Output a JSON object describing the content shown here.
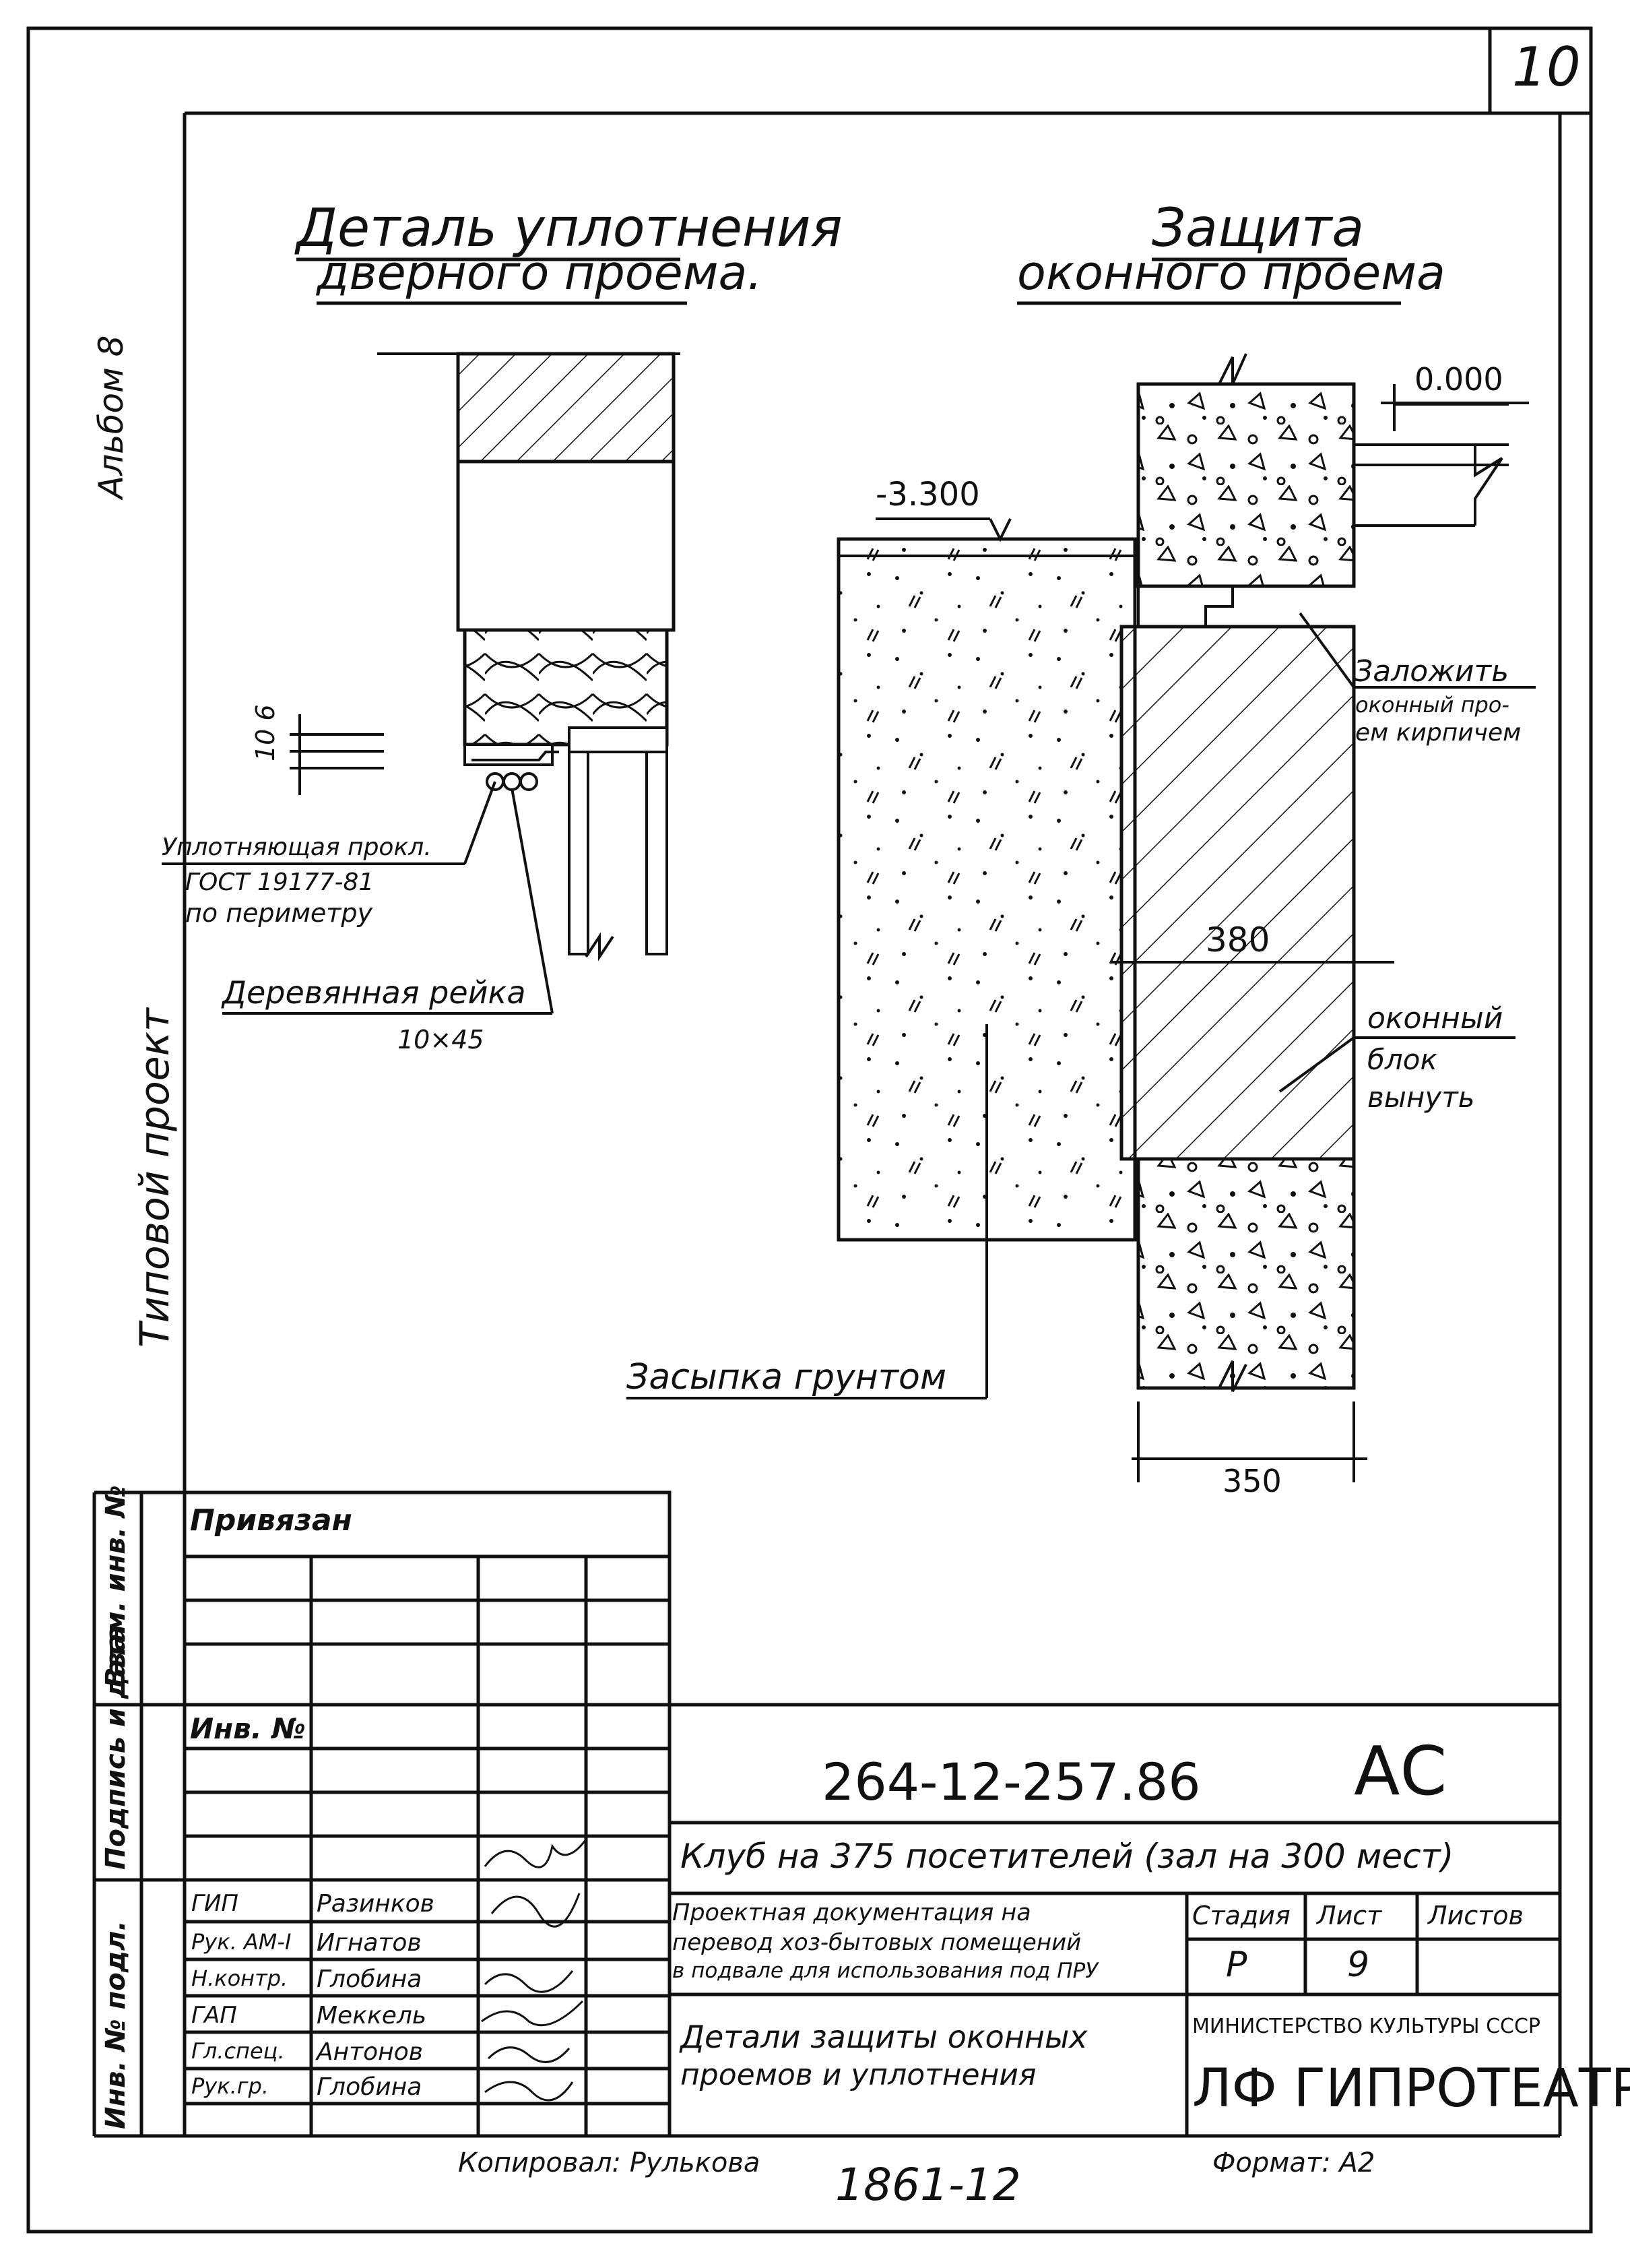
{
  "sheet": {
    "page_number": "10",
    "album_label": "Альбом 8",
    "project_label": "Типовой проект"
  },
  "detail_door": {
    "title_line1": "Деталь уплотнения",
    "title_line2": "дверного проема.",
    "dim_vertical": "10 6",
    "seal_label": "Уплотняющая прокл.",
    "seal_gost": "ГОСТ 19177-81",
    "seal_perimeter": "по периметру",
    "rail_label": "Деревянная рейка",
    "rail_size": "10×45"
  },
  "detail_window": {
    "title_line1": "Защита",
    "title_line2": "оконного проема",
    "mark_top": "0.000",
    "mark_left": "-3.300",
    "note_brick_1": "Заложить",
    "note_brick_2": "оконный про-",
    "note_brick_3": "ем кирпичем",
    "dim_380": "380",
    "note_block_1": "оконный",
    "note_block_2": "блок",
    "note_block_3": "вынуть",
    "note_fill": "Засыпка грунтом",
    "dim_350": "350"
  },
  "side_stamp": {
    "vzam": "Взам. инв. №",
    "podpis": "Подпись и дата",
    "inv": "Инв. № подл."
  },
  "left_block": {
    "privyazan": "Привязан",
    "inv_no": "Инв. №",
    "staff": [
      {
        "role": "ГИП",
        "name": "Разинков"
      },
      {
        "role": "Рук. АМ-I",
        "name": "Игнатов"
      },
      {
        "role": "Н.контр.",
        "name": "Глобина"
      },
      {
        "role": "ГАП",
        "name": "Меккель"
      },
      {
        "role": "Гл.спец.",
        "name": "Антонов"
      },
      {
        "role": "Рук.гр.",
        "name": "Глобина"
      }
    ]
  },
  "title_block": {
    "code": "264-12-257.86",
    "mark": "АС",
    "object": "Клуб на 375 посетителей (зал на 300 мест)",
    "doc_line1": "Проектная документация на",
    "doc_line2": "перевод хоз-бытовых помещений",
    "doc_line3": "в подвале для использования под ПРУ",
    "stage_label": "Стадия",
    "sheet_label": "Лист",
    "sheets_label": "Листов",
    "stage": "Р",
    "sheet": "9",
    "sheets": "",
    "drawing_title_1": "Детали защиты оконных",
    "drawing_title_2": "проемов и уплотнения",
    "ministry": "МИНИСТЕРСТВО КУЛЬТУРЫ СССР",
    "org": "ЛФ ГИПРОТЕАТР"
  },
  "footer": {
    "copied": "Копировал: Рулькова",
    "number": "1861-12",
    "format": "Формат: А2"
  }
}
